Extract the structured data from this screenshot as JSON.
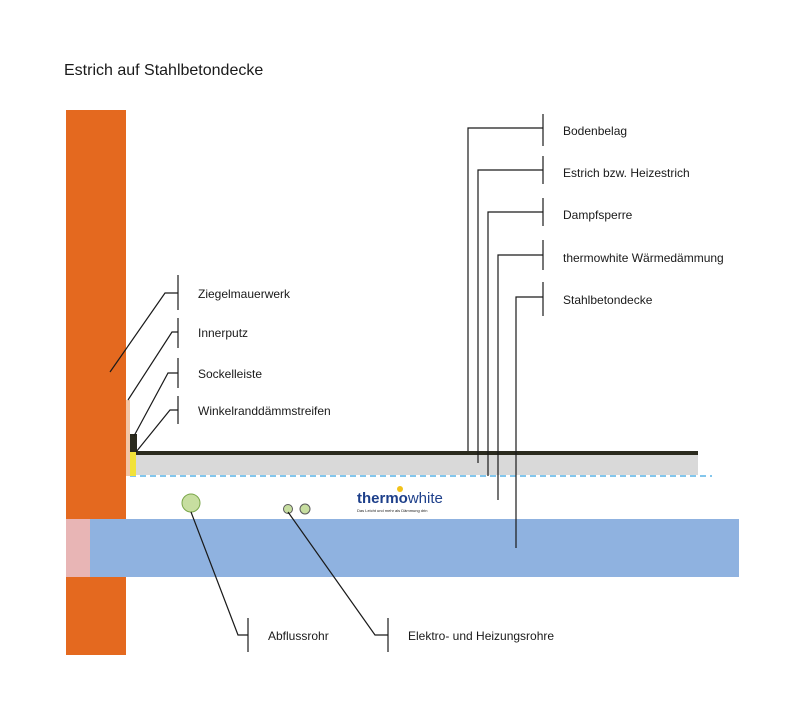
{
  "title": "Estrich auf Stahlbetondecke",
  "layers_right": [
    {
      "label": "Bodenbelag"
    },
    {
      "label": "Estrich bzw. Heizestrich"
    },
    {
      "label": "Dampfsperre"
    },
    {
      "label": "thermowhite Wärmedämmung"
    },
    {
      "label": "Stahlbetondecke"
    }
  ],
  "layers_left": [
    {
      "label": "Ziegelmauerwerk"
    },
    {
      "label": "Innerputz"
    },
    {
      "label": "Sockelleiste"
    },
    {
      "label": "Winkelranddämmstreifen"
    }
  ],
  "pipes": [
    {
      "label": "Abflussrohr"
    },
    {
      "label": "Elektro- und Heizungsrohre"
    }
  ],
  "logo": {
    "brand_bold": "thermo",
    "brand_light": "white",
    "tagline": "Das Leicht und mehr als Dämmung drin"
  },
  "colors": {
    "brick": "#e4691f",
    "concrete": "#8fb2e0",
    "plaster": "#e8b5b5",
    "screed": "#d9d9d9",
    "floor_covering": "#2b2b1e",
    "insulation_dash": "#5ab4e6",
    "pipe_fill": "#c7dea0",
    "pipe_stroke": "#7aa64a",
    "skirting_yellow": "#f2e23a",
    "logo_accent": "#1d3f8a"
  }
}
